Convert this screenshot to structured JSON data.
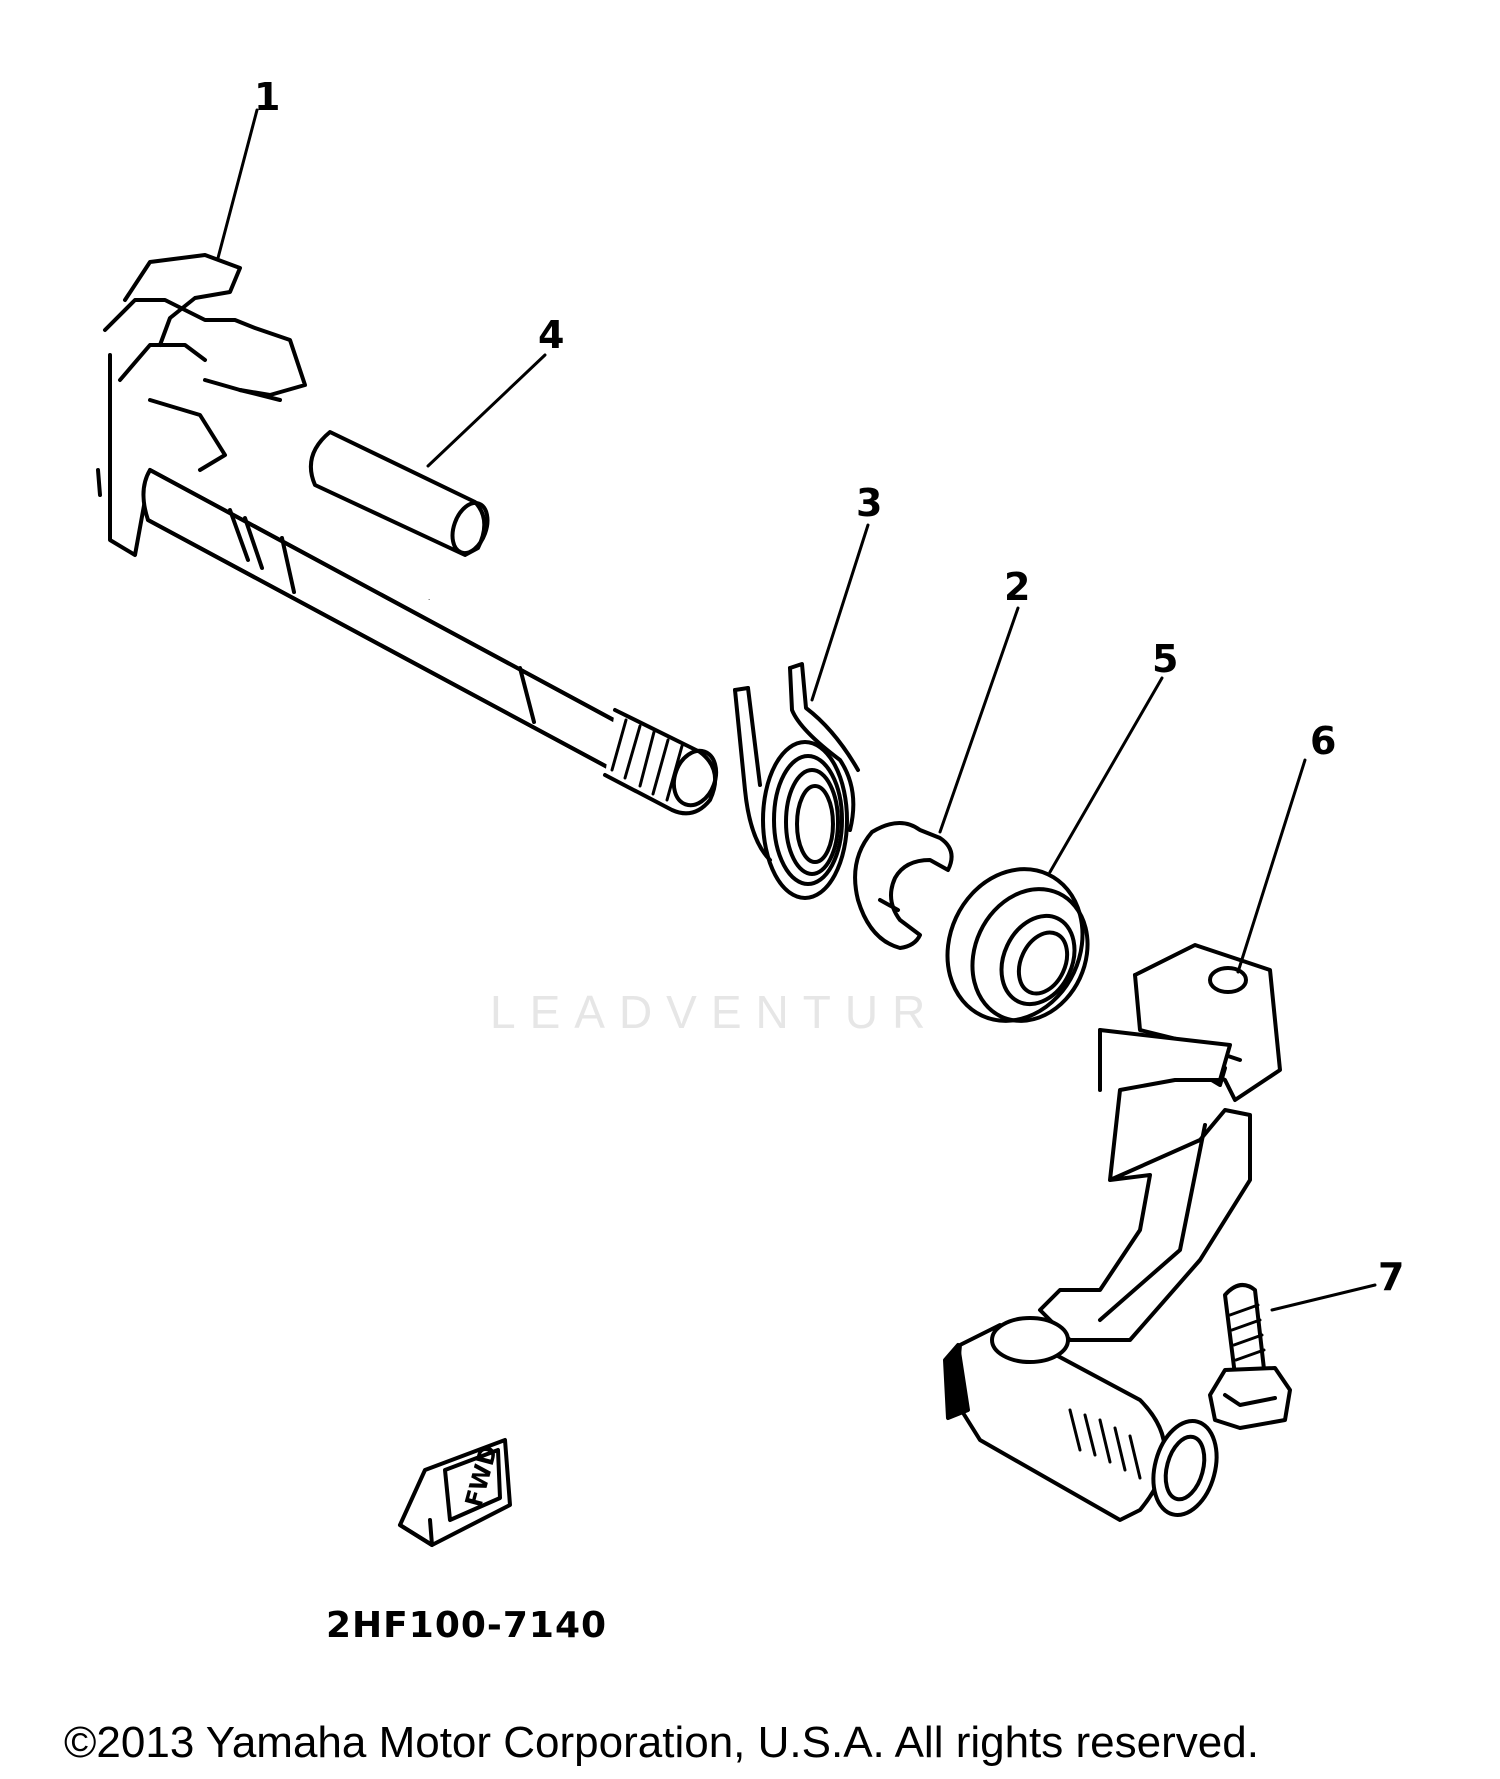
{
  "callouts": {
    "part_1": "1",
    "part_2": "2",
    "part_3": "3",
    "part_4": "4",
    "part_5": "5",
    "part_6": "6",
    "part_7": "7"
  },
  "fwd_marker": "FWD",
  "part_code": "2HF100-7140",
  "watermark": "LEADVENTUR",
  "copyright": "©2013 Yamaha Motor Corporation, U.S.A. All rights reserved."
}
